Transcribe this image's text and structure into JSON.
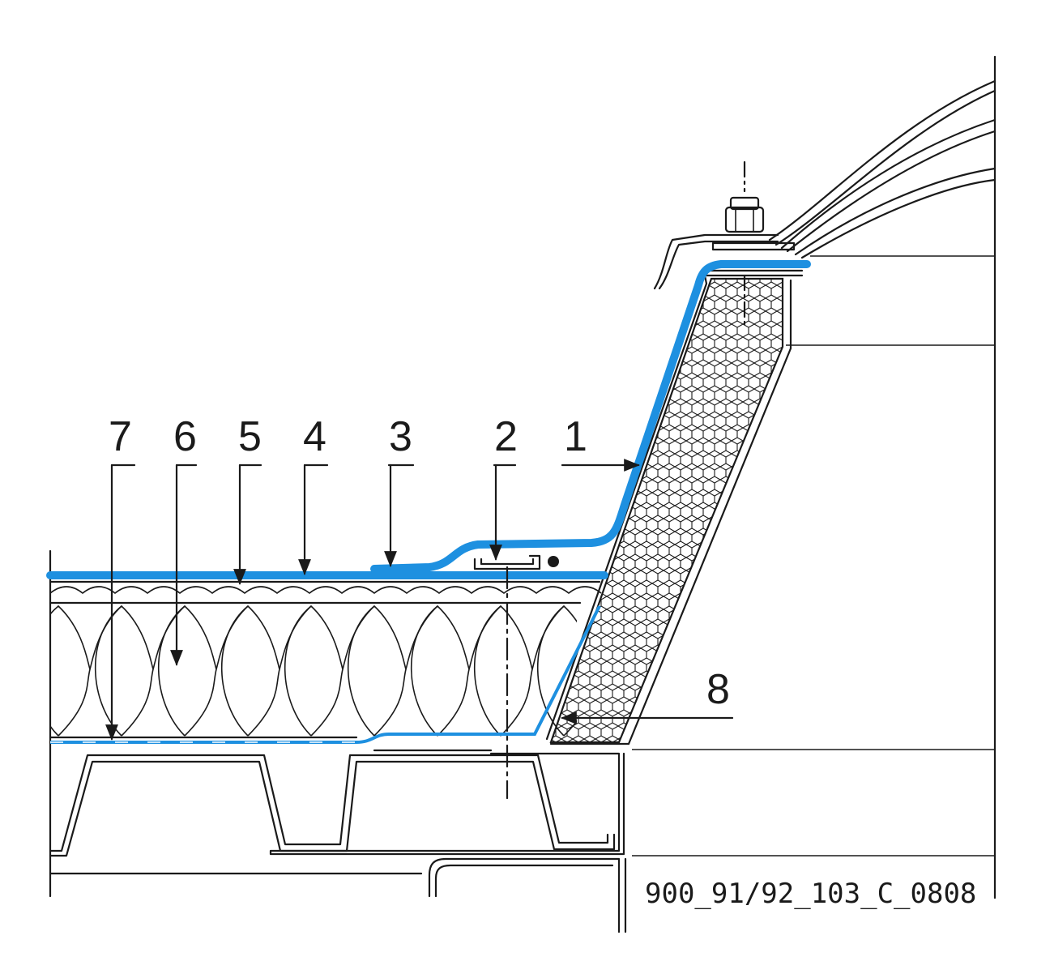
{
  "drawing": {
    "code": "900_91/92_103_C_0808",
    "membrane_color": "#1e90e0",
    "ink_color": "#1a1a1a"
  },
  "callouts": [
    {
      "id": "1",
      "text": "1"
    },
    {
      "id": "2",
      "text": "2"
    },
    {
      "id": "3",
      "text": "3"
    },
    {
      "id": "4",
      "text": "4"
    },
    {
      "id": "5",
      "text": "5"
    },
    {
      "id": "6",
      "text": "6"
    },
    {
      "id": "7",
      "text": "7"
    },
    {
      "id": "8",
      "text": "8"
    }
  ]
}
